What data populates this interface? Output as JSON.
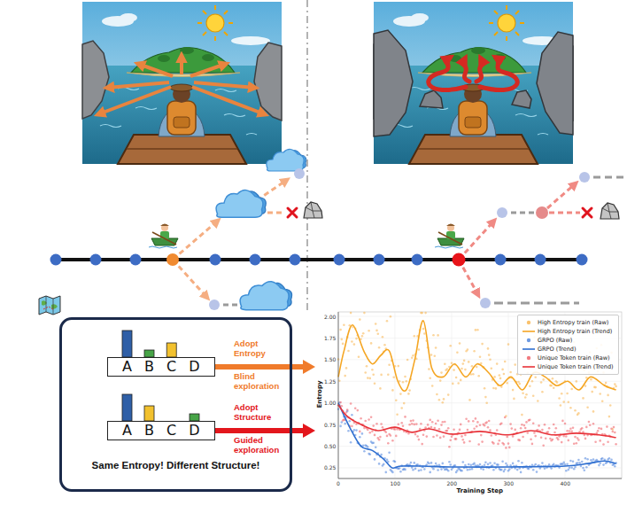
{
  "diagram": {
    "nodes": [
      {
        "text": [
          "Same Entropy! Different Structure!"
        ]
      },
      {
        "text": [
          "A B C D"
        ],
        "in": 0
      },
      {
        "text": [
          "A B C D"
        ],
        "in": 0
      },
      {
        "text": [
          "Entropy",
          "Training Step"
        ]
      }
    ],
    "edges": [
      {
        "from": 1,
        "to": 3,
        "label": "Adopt Entropy",
        "arrow": "to"
      },
      {
        "from": 2,
        "to": 3,
        "label": "Adopt Structure",
        "arrow": "to"
      }
    ],
    "labels": [
      "Blind exploration",
      "Guided exploration",
      "2.00",
      "1.75",
      "1.50",
      "1.25",
      "1.00",
      "0.75",
      "0.50",
      "0.25",
      "0",
      "100",
      "200",
      "300",
      "400"
    ],
    "legend": [
      {
        "text": "High Entropy train (Raw)"
      },
      {
        "text": "High Entropy train (Trend)"
      },
      {
        "text": "GRPO (Raw)"
      },
      {
        "text": "GRPO (Trend)"
      },
      {
        "text": "Unique Token train (Raw)"
      },
      {
        "text": "Unique Token train (Trend)"
      }
    ]
  }
}
